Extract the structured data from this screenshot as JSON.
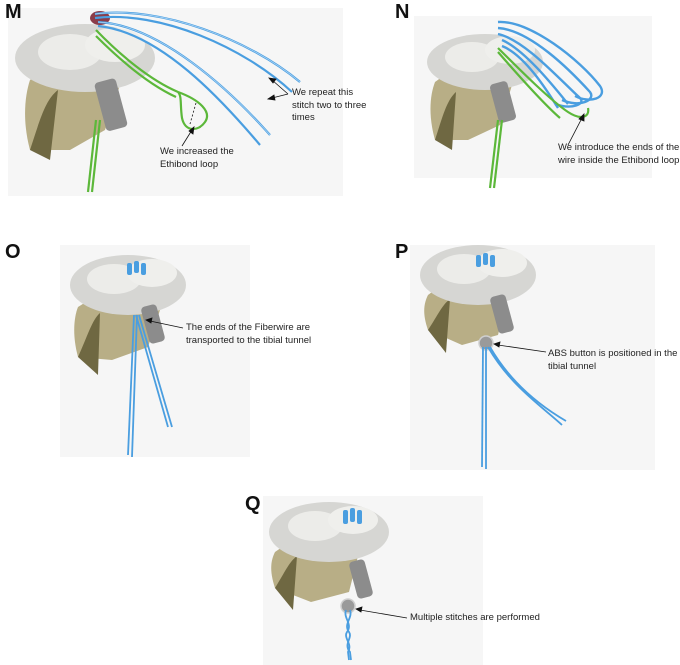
{
  "figure": {
    "panels": [
      {
        "letter": "M",
        "caption": "We repeat this\nstitch two to three\ntimes",
        "caption2": "We increased the\nEthibond loop"
      },
      {
        "letter": "N",
        "caption": "We introduce the ends of the\nwire inside the Ethibond loop"
      },
      {
        "letter": "O",
        "caption": "The ends of the Fiberwire are\ntransported to the tibial tunnel"
      },
      {
        "letter": "P",
        "caption": "ABS button is positioned in the\ntibial tunnel"
      },
      {
        "letter": "Q",
        "caption": "Multiple stitches are performed"
      }
    ]
  },
  "colors": {
    "bone_light": "#e9e9e7",
    "bone_shadow": "#9a9a96",
    "bone_base": "#b8ae86",
    "bone_dark": "#6f6842",
    "fiberwire": "#4a9ee0",
    "fiberwire_light": "#a9d3f5",
    "ethibond": "#5cb83a",
    "button": "#9a9a9a",
    "panel_bg": "#f6f6f6"
  }
}
